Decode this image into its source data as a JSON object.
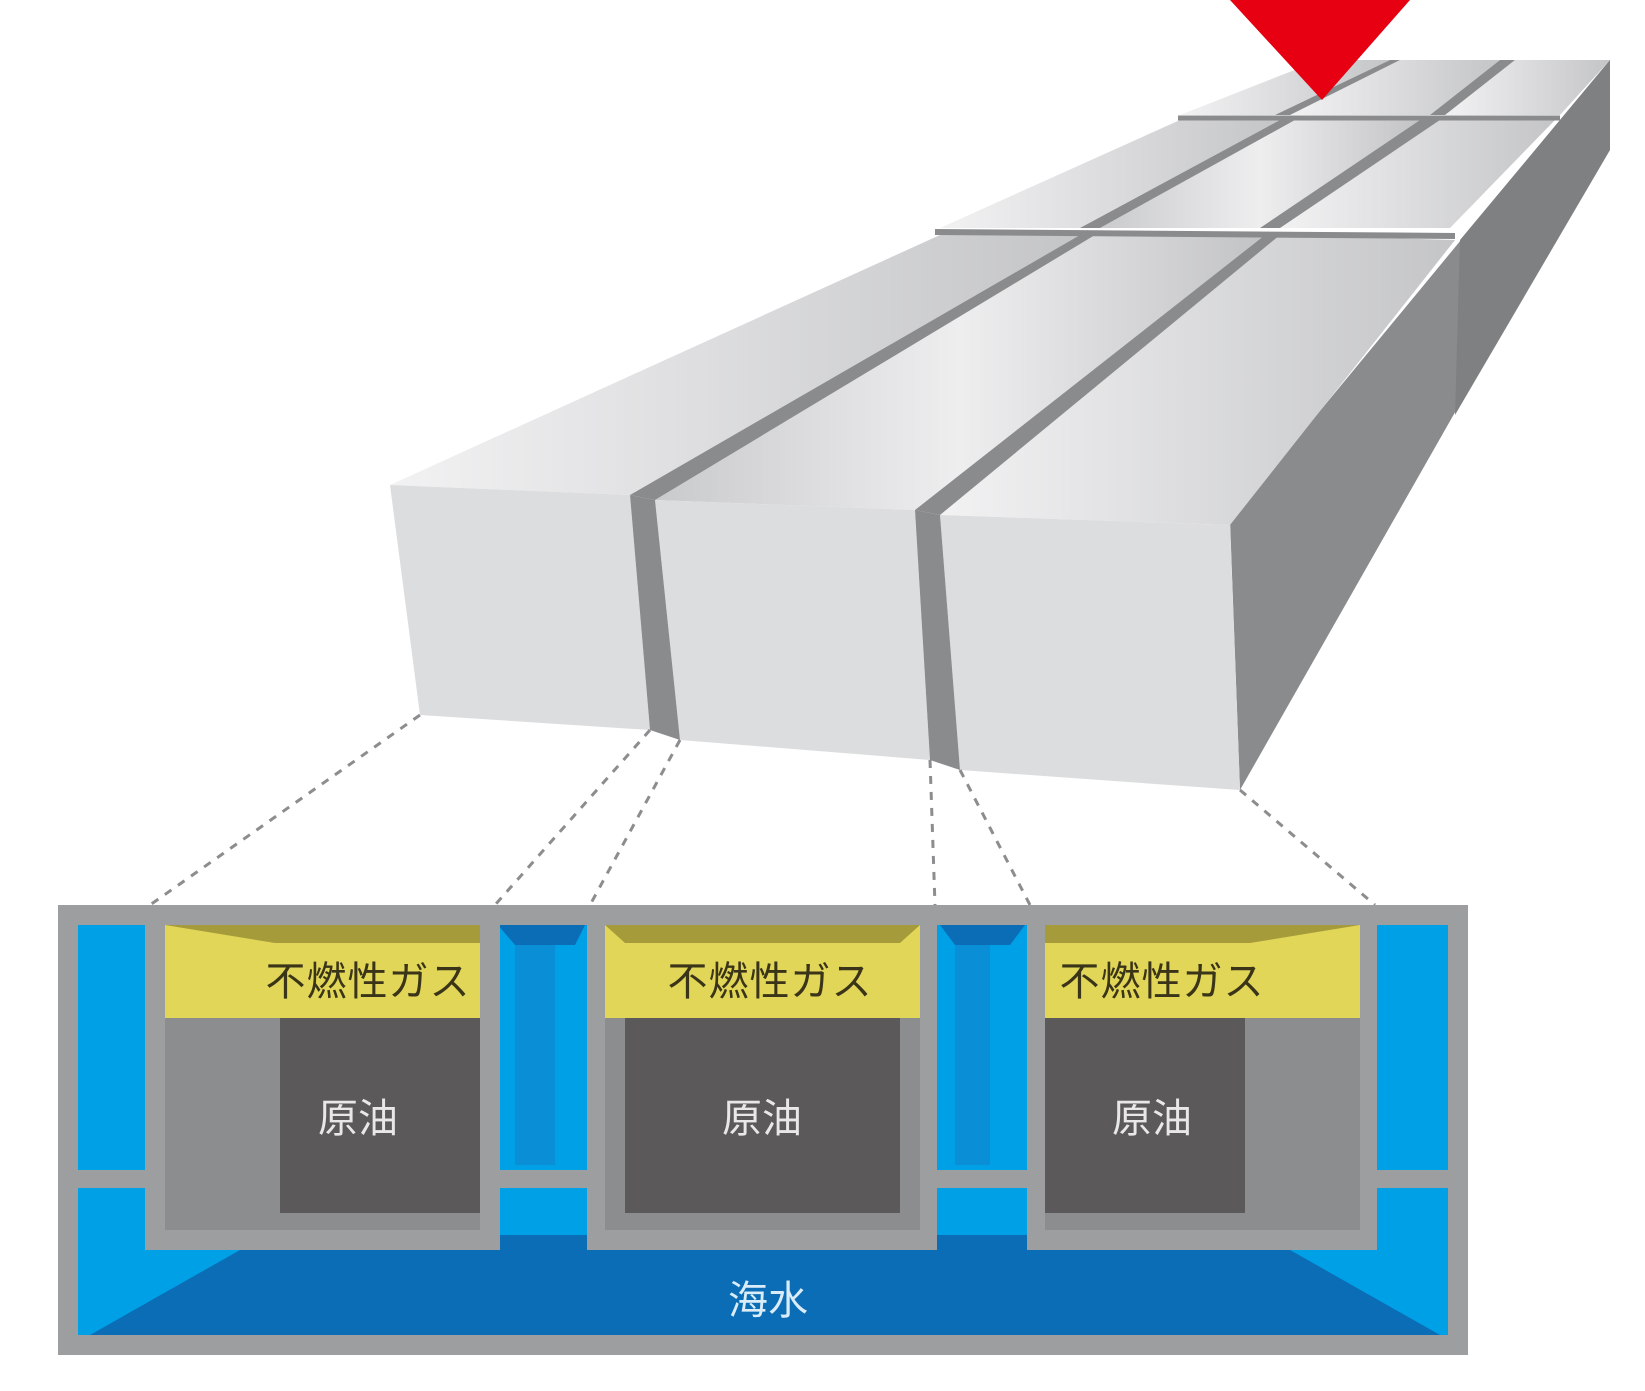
{
  "diagram": {
    "description": "Oil tanker hull cross-section with three cargo tanks",
    "colors": {
      "marker_red": "#e60012",
      "block_light": "#dcdddf",
      "block_dark": "#898a8c",
      "frame_gray": "#9d9ea0",
      "seawater_light": "#00a0e6",
      "seawater_dark": "#0a6db5",
      "gas_yellow": "#e2d658",
      "gas_dark": "#a69b3a",
      "oil_dark": "#5b595a",
      "tank_side_gray": "#8c8d8f"
    },
    "tanks": [
      {
        "gas_label": "不燃性ガス",
        "oil_label": "原油"
      },
      {
        "gas_label": "不燃性ガス",
        "oil_label": "原油"
      },
      {
        "gas_label": "不燃性ガス",
        "oil_label": "原油"
      }
    ],
    "seawater_label": "海水"
  }
}
